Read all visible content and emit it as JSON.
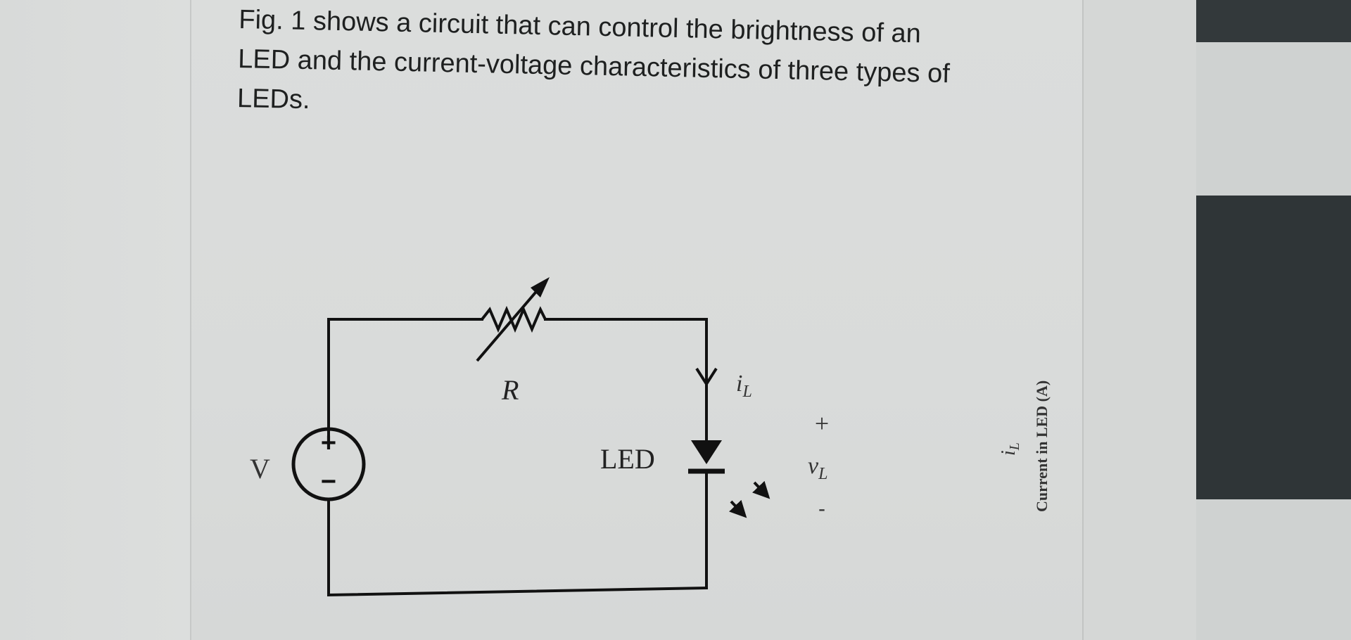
{
  "paragraph": {
    "lines": [
      "Fig. 1 shows a circuit that can control the brightness of an",
      "LED and the current-voltage characteristics of three types of",
      "LEDs."
    ]
  },
  "circuit": {
    "source_label": "V",
    "source_plus": "+",
    "source_minus": "−",
    "resistor_label": "R",
    "led_label": "LED",
    "current_symbol": "i",
    "current_subscript": "L",
    "voltage_plus": "+",
    "voltage_symbol": "v",
    "voltage_subscript": "L",
    "voltage_minus": "-"
  },
  "graph_fragment": {
    "axis_label": "Current in LED (A)",
    "current_symbol": "i",
    "current_subscript": "L"
  }
}
